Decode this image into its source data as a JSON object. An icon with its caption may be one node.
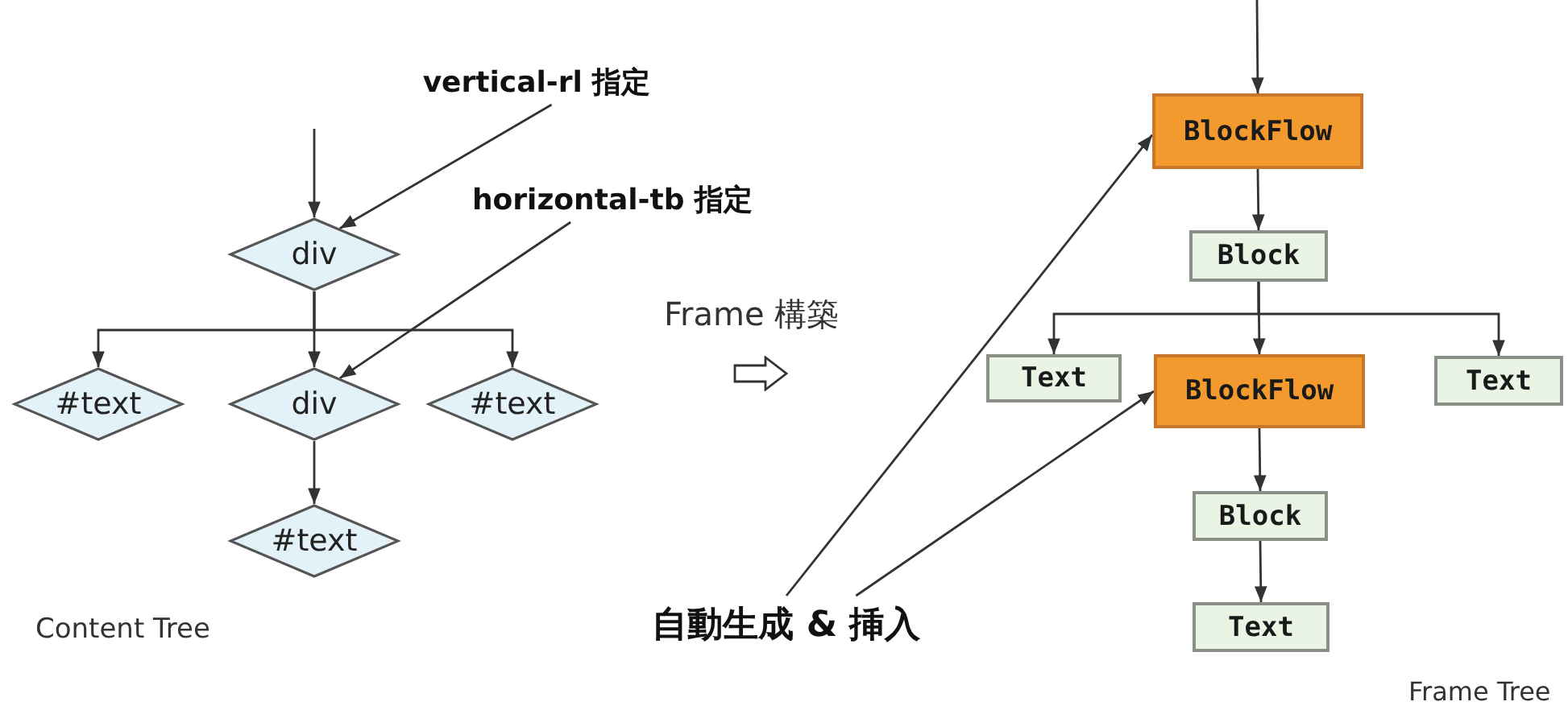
{
  "diagram": {
    "nodes": [
      {
        "text": [
          "vertical-rl 指定"
        ]
      },
      {
        "text": [
          "horizontal-tb 指定"
        ]
      },
      {
        "text": [
          "div"
        ]
      },
      {
        "text": [
          "#text"
        ]
      },
      {
        "text": [
          "div"
        ]
      },
      {
        "text": [
          "#text"
        ]
      },
      {
        "text": [
          "#text"
        ]
      },
      {
        "text": [
          "自動生成 & 挿入"
        ]
      },
      {
        "text": [
          "BlockFlow"
        ]
      },
      {
        "text": [
          "Block"
        ]
      },
      {
        "text": [
          "Text"
        ]
      },
      {
        "text": [
          "BlockFlow"
        ]
      },
      {
        "text": [
          "Text"
        ]
      },
      {
        "text": [
          "Block"
        ]
      },
      {
        "text": [
          "Text"
        ]
      }
    ],
    "edges": [
      {
        "from": null,
        "to": 2,
        "arrow": "to"
      },
      {
        "from": 0,
        "to": 2,
        "arrow": "to"
      },
      {
        "from": 1,
        "to": 4,
        "arrow": "to"
      },
      {
        "from": 2,
        "to": 3,
        "arrow": "to"
      },
      {
        "from": 2,
        "to": 4,
        "arrow": "to"
      },
      {
        "from": 2,
        "to": 5,
        "arrow": "to"
      },
      {
        "from": 4,
        "to": 6,
        "arrow": "to"
      },
      {
        "from": null,
        "to": 8,
        "arrow": "to"
      },
      {
        "from": 7,
        "to": 8,
        "arrow": "to"
      },
      {
        "from": 7,
        "to": 11,
        "arrow": "to"
      },
      {
        "from": 8,
        "to": 9,
        "arrow": "to"
      },
      {
        "from": 9,
        "to": 10,
        "arrow": "to"
      },
      {
        "from": 9,
        "to": 11,
        "arrow": "to"
      },
      {
        "from": 9,
        "to": 12,
        "arrow": "to"
      },
      {
        "from": 11,
        "to": 13,
        "arrow": "to"
      },
      {
        "from": 13,
        "to": 14,
        "arrow": "to"
      }
    ],
    "labels": [
      "Frame 構築",
      "Content Tree",
      "Frame Tree"
    ]
  }
}
